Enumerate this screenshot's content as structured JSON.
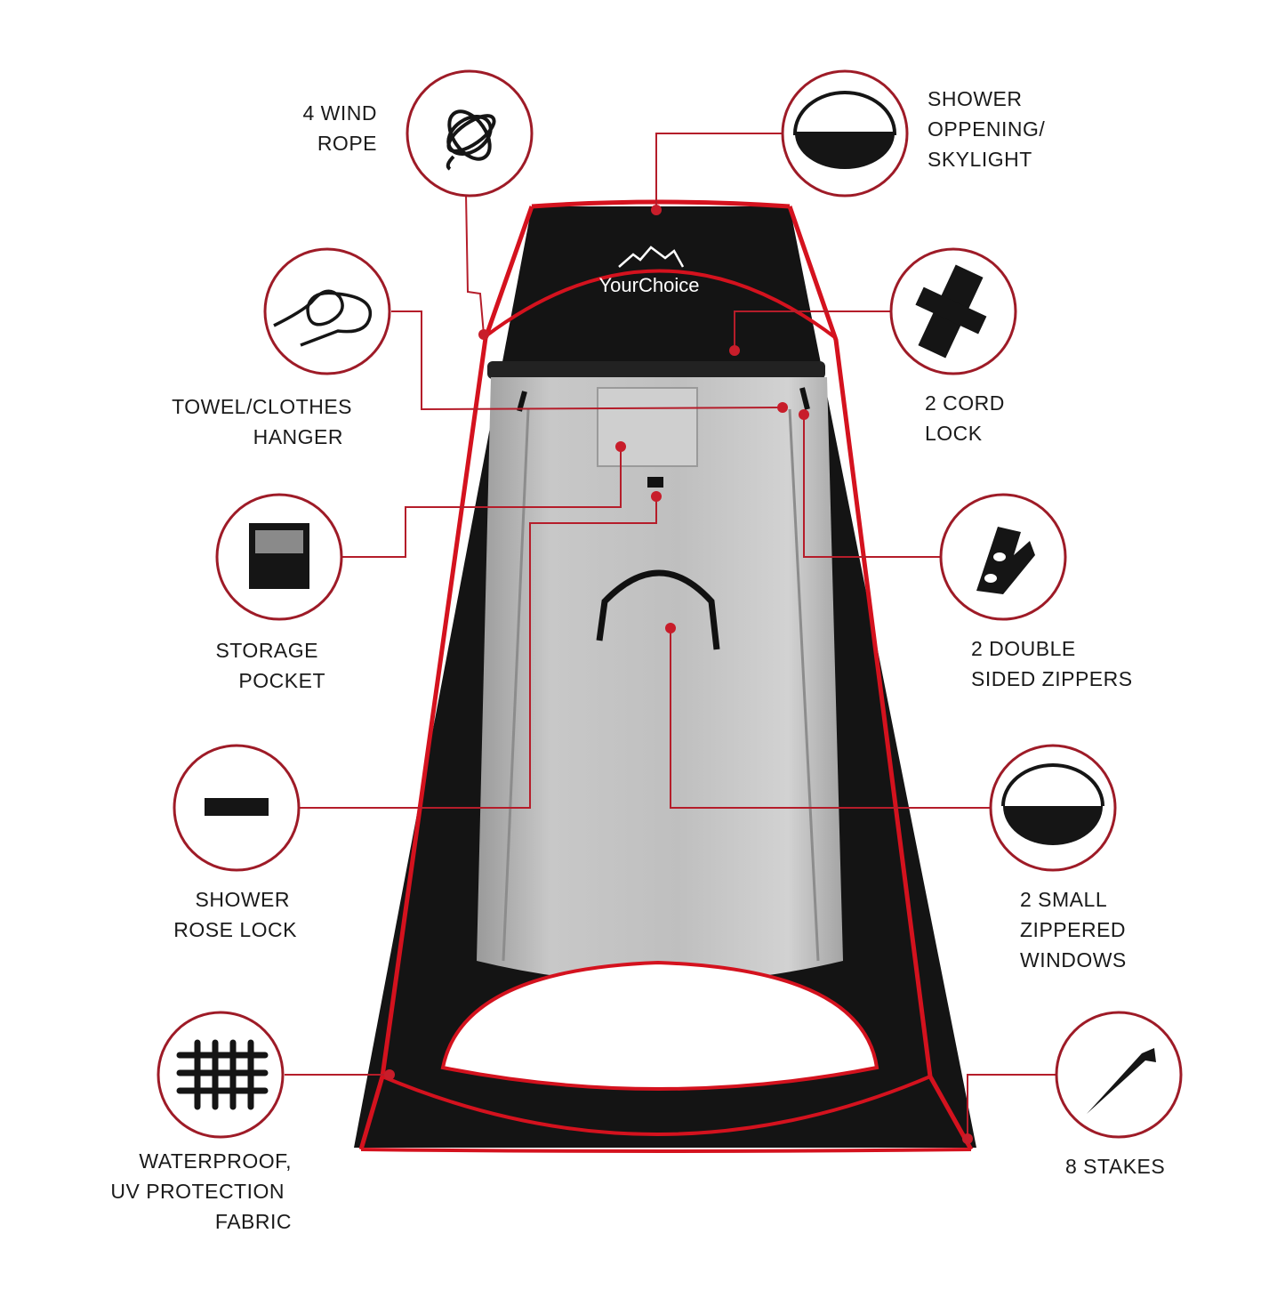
{
  "brand": {
    "name": "YourChoice"
  },
  "colors": {
    "accent": "#b51d2a",
    "tent_body": "#141414",
    "tent_trim": "#d4121e",
    "panel": "#bdbdbd",
    "icon": "#151515"
  },
  "callouts": [
    {
      "id": "wind-rope",
      "icon": "rope-coil-icon",
      "lines": [
        "4 WIND",
        "ROPE"
      ]
    },
    {
      "id": "towel-hanger",
      "icon": "cord-knot-icon",
      "lines": [
        "TOWEL/CLOTHES",
        "HANGER"
      ]
    },
    {
      "id": "storage-pocket",
      "icon": "pocket-icon",
      "lines": [
        "STORAGE",
        "POCKET"
      ]
    },
    {
      "id": "shower-rose-lock",
      "icon": "strap-icon",
      "lines": [
        "SHOWER",
        "ROSE LOCK"
      ]
    },
    {
      "id": "fabric",
      "icon": "mesh-grid-icon",
      "lines": [
        "WATERPROOF,",
        "UV PROTECTION",
        "FABRIC"
      ]
    },
    {
      "id": "shower-opening",
      "icon": "skylight-icon",
      "lines": [
        "SHOWER",
        "OPPENING/",
        "SKYLIGHT"
      ]
    },
    {
      "id": "cord-lock",
      "icon": "cord-lock-icon",
      "lines": [
        "2 CORD",
        "LOCK"
      ]
    },
    {
      "id": "zippers",
      "icon": "zipper-pull-icon",
      "lines": [
        "2 DOUBLE",
        "SIDED ZIPPERS"
      ]
    },
    {
      "id": "windows",
      "icon": "window-icon",
      "lines": [
        "2 SMALL",
        "ZIPPERED",
        "WINDOWS"
      ]
    },
    {
      "id": "stakes",
      "icon": "stake-icon",
      "lines": [
        "8 STAKES"
      ]
    }
  ]
}
